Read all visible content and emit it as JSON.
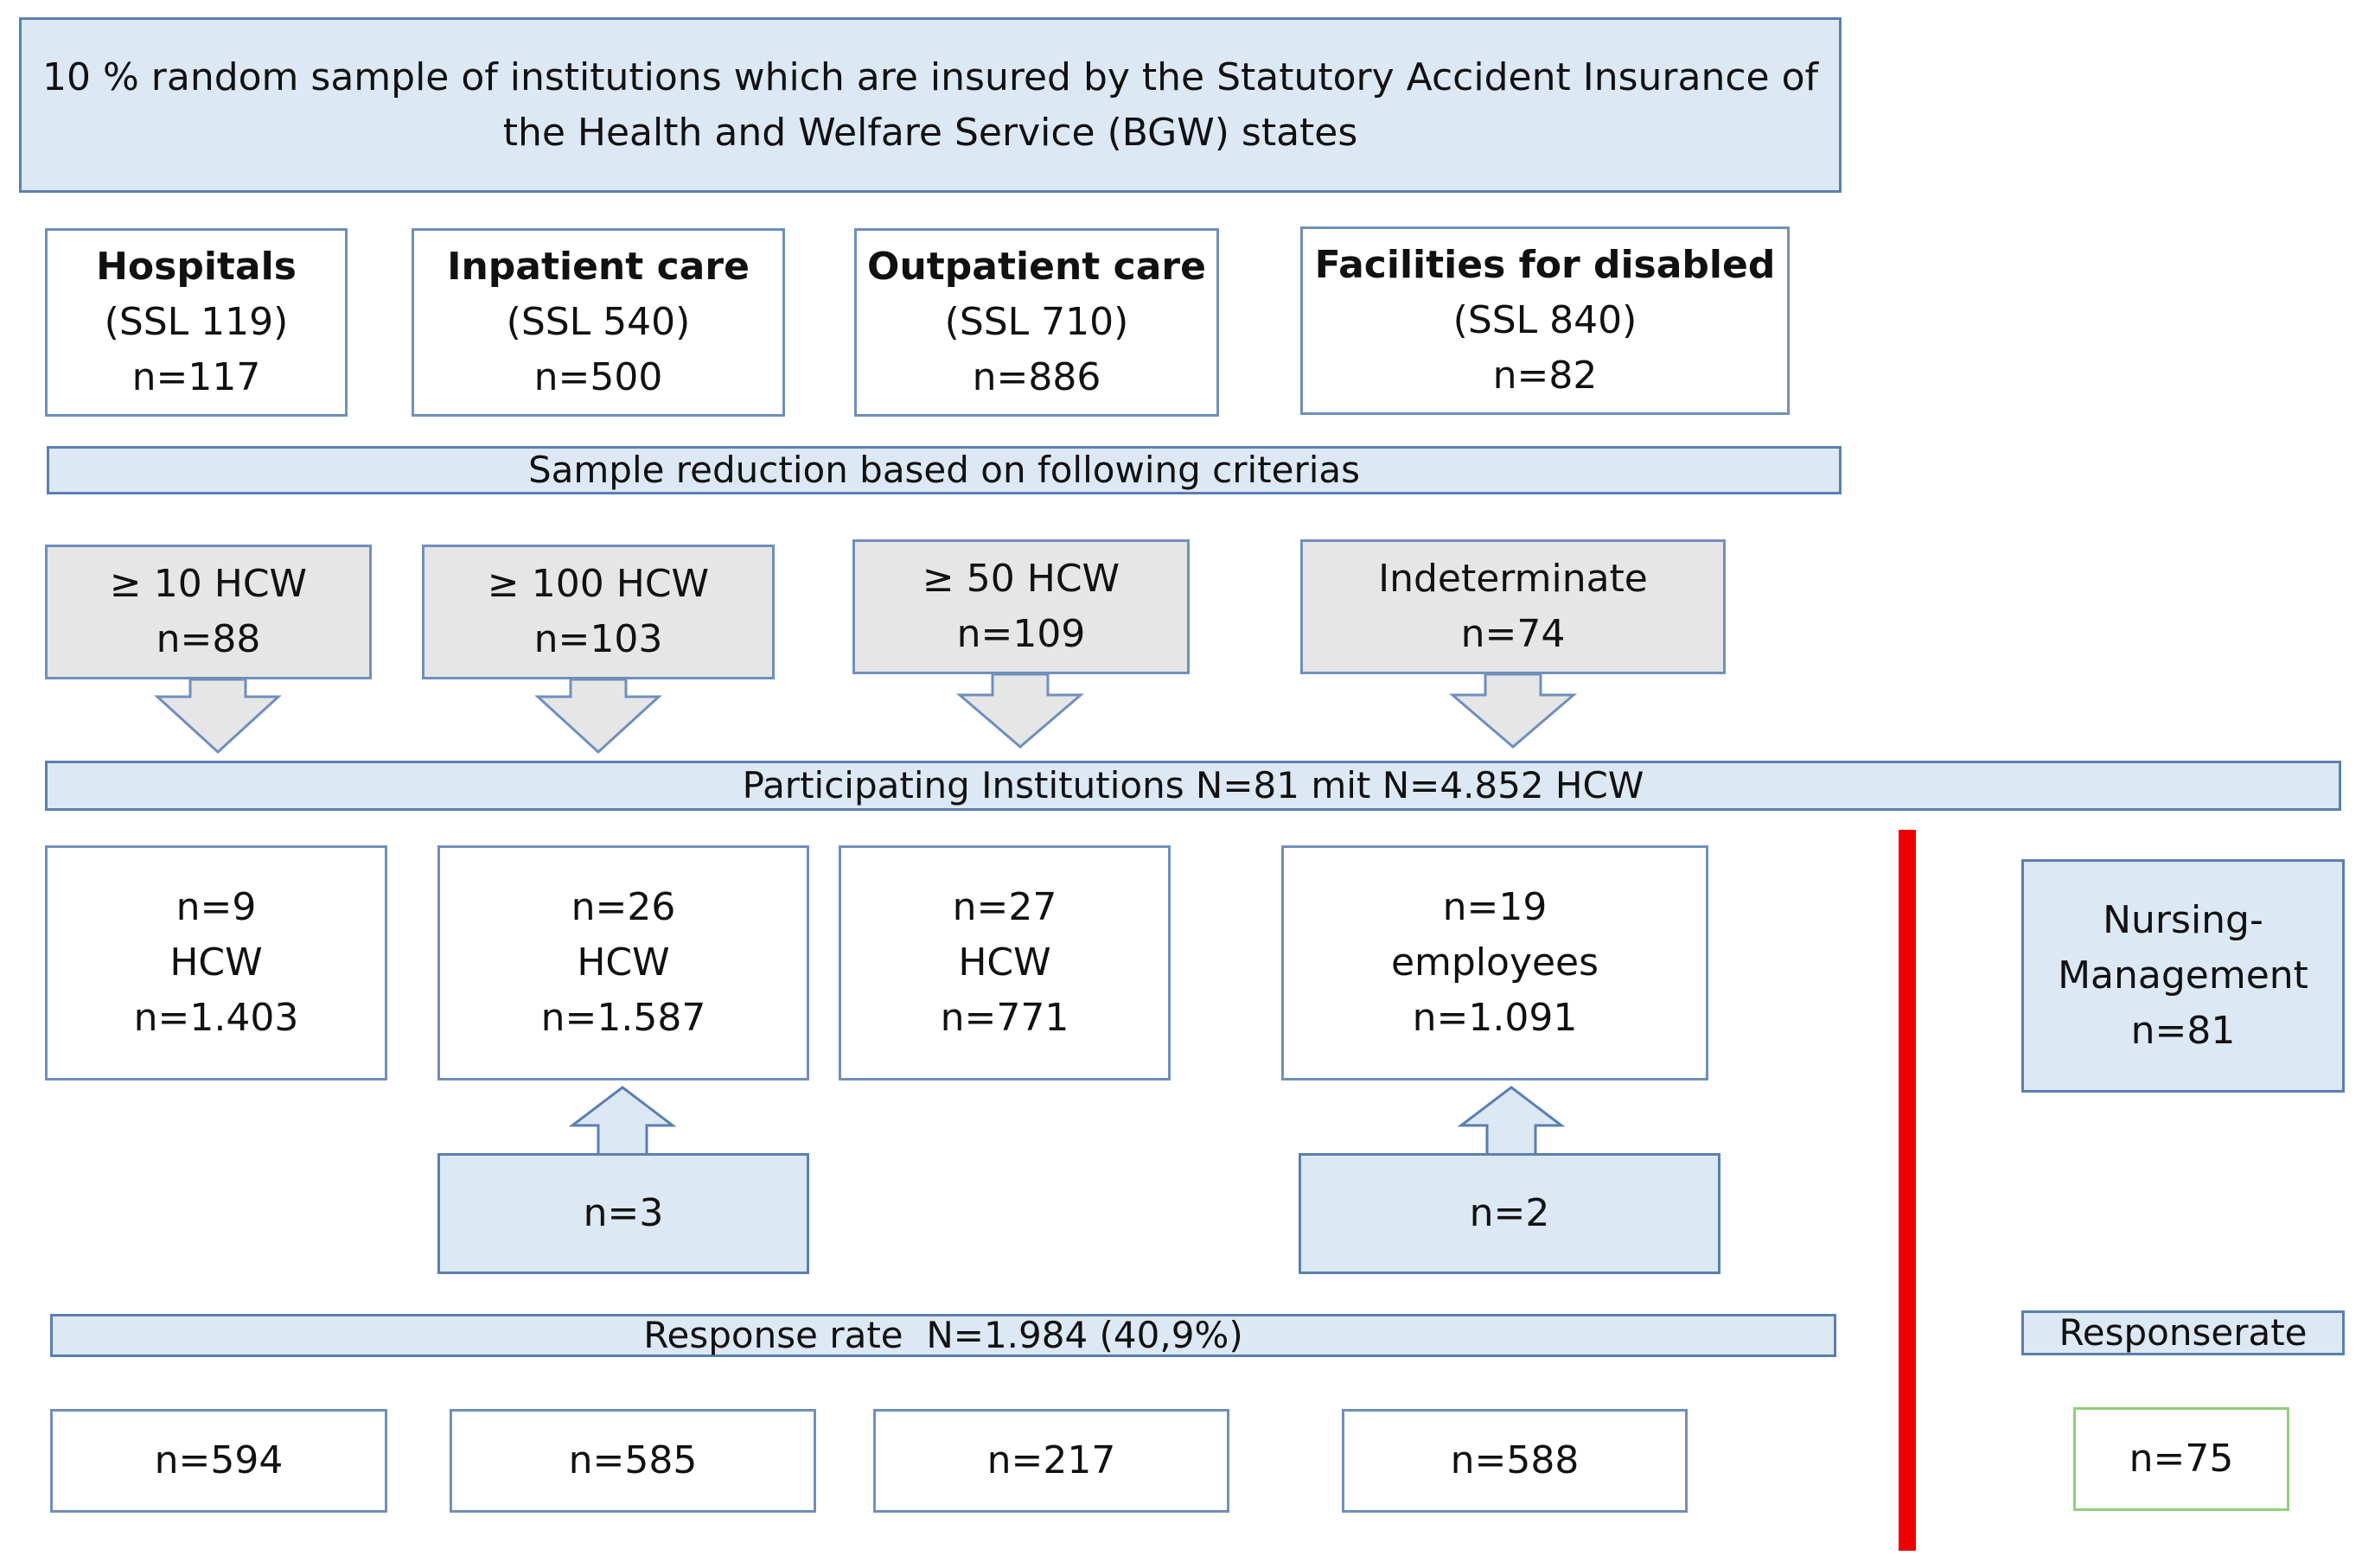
{
  "header": {
    "line1": "10 % random sample of institutions which are insured by the Statutory Accident Insurance of",
    "line2": "the Health and Welfare Service (BGW) states"
  },
  "categories": [
    {
      "name": "Hospitals",
      "ssl": "(SSL 119)",
      "n": "n=117"
    },
    {
      "name": "Inpatient care",
      "ssl": "(SSL 540)",
      "n": "n=500"
    },
    {
      "name": "Outpatient care",
      "ssl": "(SSL 710)",
      "n": "n=886"
    },
    {
      "name": "Facilities for disabled",
      "ssl": "(SSL 840)",
      "n": "n=82"
    }
  ],
  "reduction_label": "Sample reduction based on following criterias",
  "criteria": [
    {
      "label": "≥ 10 HCW",
      "n": "n=88"
    },
    {
      "label": "≥ 100 HCW",
      "n": "n=103"
    },
    {
      "label": "≥ 50 HCW",
      "n": "n=109"
    },
    {
      "label": "Indeterminate",
      "n": "n=74"
    }
  ],
  "participating_label": "Participating Institutions N=81 mit N=4.852 HCW",
  "participants": [
    {
      "n": "n=9",
      "role": "HCW",
      "count": "n=1.403"
    },
    {
      "n": "n=26",
      "role": "HCW",
      "count": "n=1.587"
    },
    {
      "n": "n=27",
      "role": "HCW",
      "count": "n=771"
    },
    {
      "n": "n=19",
      "role": "employees",
      "count": "n=1.091"
    }
  ],
  "additions": [
    {
      "n": "n=3"
    },
    {
      "n": "n=2"
    }
  ],
  "nursing": {
    "line1": "Nursing-",
    "line2": "Management",
    "n": "n=81"
  },
  "response_label": "Response rate  N=1.984 (40,9%)",
  "responserate_label": "Responserate",
  "responses": [
    {
      "n": "n=594"
    },
    {
      "n": "n=585"
    },
    {
      "n": "n=217"
    },
    {
      "n": "n=588"
    }
  ],
  "nursing_response": {
    "n": "n=75"
  },
  "colors": {
    "box_fill": "#dce8f4",
    "box_border": "#5a7fb2",
    "criteria_fill": "#e6e6e6",
    "divider": "#ee0000",
    "response_border_nursing": "#8fcf7c"
  }
}
